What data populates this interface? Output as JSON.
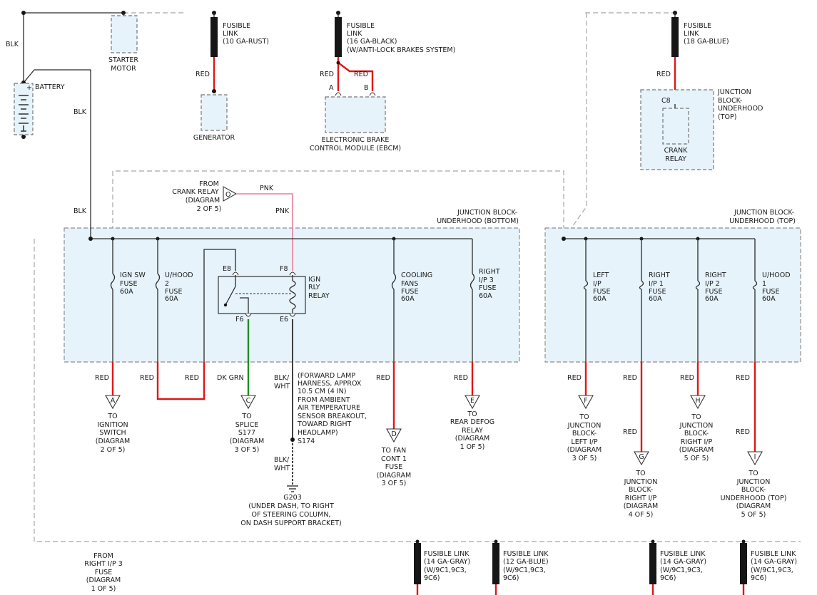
{
  "top_components": {
    "blk_top": "BLK",
    "battery": "BATTERY",
    "battery_plus": "+",
    "blk_mid": "BLK",
    "blk_low": "BLK",
    "starter": [
      "STARTER",
      "MOTOR"
    ],
    "fl_generator": [
      "FUSIBLE",
      "LINK",
      "(10 GA-RUST)"
    ],
    "red_generator": "RED",
    "generator": "GENERATOR",
    "fl_ebcm": [
      "FUSIBLE",
      "LINK",
      "(16 GA-BLACK)",
      "(W/ANTI-LOCK BRAKES SYSTEM)"
    ],
    "red_a": "RED",
    "red_b": "RED",
    "pin_a": "A",
    "pin_b": "B",
    "ebcm": [
      "ELECTRONIC BRAKE",
      "CONTROL MODULE (EBCM)"
    ],
    "fl_crank": [
      "FUSIBLE",
      "LINK",
      "(18 GA-BLUE)"
    ],
    "red_crank": "RED",
    "crank_pin": "C8",
    "jb_top_label": [
      "JUNCTION",
      "BLOCK-",
      "UNDERHOOD",
      "(TOP)"
    ],
    "crank_relay": [
      "CRANK",
      "RELAY"
    ]
  },
  "crank_relay_input": {
    "from": [
      "FROM",
      "CRANK RELAY",
      "(DIAGRAM",
      "2 OF 5)"
    ],
    "connector": "O",
    "pnk_h": "PNK",
    "pnk_v": "PNK"
  },
  "jb_bottom": {
    "title": [
      "JUNCTION BLOCK-",
      "UNDERHOOD (BOTTOM)"
    ],
    "fuses": [
      {
        "label": [
          "IGN SW",
          "FUSE",
          "60A"
        ]
      },
      {
        "label": [
          "U/HOOD",
          "2",
          "FUSE",
          "60A"
        ]
      },
      {
        "label": [
          "COOLING",
          "FANS",
          "FUSE",
          "60A"
        ]
      },
      {
        "label": [
          "RIGHT",
          "I/P 3",
          "FUSE",
          "60A"
        ]
      }
    ],
    "relay_pins": {
      "e8": "E8",
      "f8": "F8",
      "f6": "F6",
      "e6": "E6"
    },
    "relay": [
      "IGN",
      "RLY",
      "RELAY"
    ]
  },
  "jb_top": {
    "title": [
      "JUNCTION BLOCK-",
      "UNDERHOOD (TOP)"
    ],
    "fuses": [
      {
        "label": [
          "LEFT",
          "I/P",
          "FUSE",
          "60A"
        ]
      },
      {
        "label": [
          "RIGHT",
          "I/P 1",
          "FUSE",
          "60A"
        ]
      },
      {
        "label": [
          "RIGHT",
          "I/P 2",
          "FUSE",
          "60A"
        ]
      },
      {
        "label": [
          "U/HOOD",
          "1",
          "FUSE",
          "60A"
        ]
      }
    ]
  },
  "wires": {
    "red1": "RED",
    "red2": "RED",
    "red3": "RED",
    "dk_grn": "DK GRN",
    "blk_wht1": [
      "BLK/",
      "WHT"
    ],
    "blk_wht2": [
      "BLK/",
      "WHT"
    ],
    "red_cool": "RED",
    "red_defog": "RED",
    "red_left": "RED",
    "red_rip1a": "RED",
    "red_rip1b": "RED",
    "red_rip2": "RED",
    "red_uh1a": "RED",
    "red_uh1b": "RED"
  },
  "harness_note": [
    "(FORWARD LAMP",
    "HARNESS, APPROX",
    "10.5 CM (4 IN)",
    "FROM AMBIENT",
    "AIR TEMPERATURE",
    "SENSOR BREAKOUT,",
    "TOWARD RIGHT",
    "HEADLAMP)"
  ],
  "splice_s174": "S174",
  "ground": {
    "id": "G203",
    "note": [
      "(UNDER DASH, TO RIGHT",
      "OF STEERING COLUMN,",
      "ON DASH SUPPORT BRACKET)"
    ]
  },
  "outputs": [
    {
      "letter": "A",
      "text": [
        "TO",
        "IGNITION",
        "SWITCH",
        "(DIAGRAM",
        "2 OF 5)"
      ]
    },
    {
      "letter": "C",
      "text": [
        "TO",
        "SPLICE",
        "S177",
        "(DIAGRAM",
        "3 OF 5)"
      ]
    },
    {
      "letter": "D",
      "text": [
        "TO FAN",
        "CONT 1",
        "FUSE",
        "(DIAGRAM",
        "3 OF 5)"
      ]
    },
    {
      "letter": "E",
      "text": [
        "TO",
        "REAR DEFOG",
        "RELAY",
        "(DIAGRAM",
        "1 OF 5)"
      ]
    },
    {
      "letter": "F",
      "text": [
        "TO",
        "JUNCTION",
        "BLOCK-",
        "LEFT I/P",
        "(DIAGRAM",
        "3 OF 5)"
      ]
    },
    {
      "letter": "G",
      "text": [
        "TO",
        "JUNCTION",
        "BLOCK-",
        "RIGHT I/P",
        "(DIAGRAM",
        "4 OF 5)"
      ]
    },
    {
      "letter": "H",
      "text": [
        "TO",
        "JUNCTION",
        "BLOCK-",
        "RIGHT I/P",
        "(DIAGRAM",
        "5 OF 5)"
      ]
    },
    {
      "letter": "I",
      "text": [
        "TO",
        "JUNCTION",
        "BLOCK-",
        "UNDERHOOD (TOP)",
        "(DIAGRAM",
        "5 OF 5)"
      ]
    }
  ],
  "bottom": {
    "from_rip3": [
      "FROM",
      "RIGHT I/P 3",
      "FUSE",
      "(DIAGRAM",
      "1 OF 5)"
    ],
    "fusible_links": [
      {
        "text": [
          "FUSIBLE LINK",
          "(14 GA-GRAY)",
          "(W/9C1,9C3,",
          "9C6)"
        ]
      },
      {
        "text": [
          "FUSIBLE LINK",
          "(12 GA-BLUE)",
          "(W/9C1,9C3,",
          "9C6)"
        ]
      },
      {
        "text": [
          "FUSIBLE LINK",
          "(14 GA-GRAY)",
          "(W/9C1,9C3,",
          "9C6)"
        ]
      },
      {
        "text": [
          "FUSIBLE LINK",
          "(14 GA-GRAY)",
          "(W/9C1,9C3,",
          "9C6)"
        ]
      }
    ]
  }
}
